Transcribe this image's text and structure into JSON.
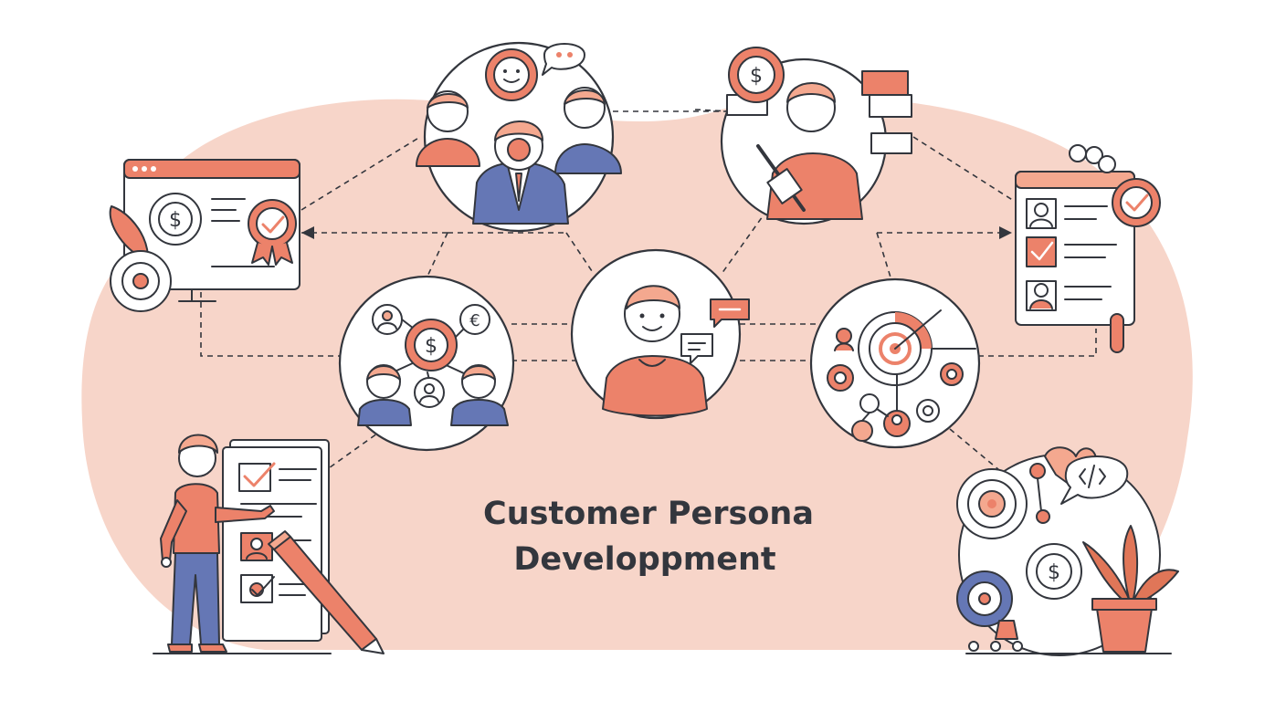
{
  "title": {
    "line1": "Customer Persona",
    "line2": "Developpment"
  },
  "colors": {
    "background_blob": "#f7d5c9",
    "accent": "#ec826a",
    "accent_light": "#f4a88f",
    "secondary": "#6577b5",
    "outline": "#33363d",
    "white": "#ffffff",
    "plant": "#e07658"
  },
  "nodes": [
    {
      "name": "team-group-node",
      "icon": "team-group-icon"
    },
    {
      "name": "tools-person-node",
      "icon": "tools-person-icon"
    },
    {
      "name": "finance-dashboard-node",
      "icon": "dollar-monitor-icon"
    },
    {
      "name": "profile-checklist-node",
      "icon": "profile-card-icon"
    },
    {
      "name": "payments-network-node",
      "icon": "currency-network-icon"
    },
    {
      "name": "center-persona-node",
      "icon": "persona-icon"
    },
    {
      "name": "targeting-node",
      "icon": "target-icon"
    },
    {
      "name": "survey-person-node",
      "icon": "presenter-checklist-icon"
    },
    {
      "name": "gears-plant-node",
      "icon": "gears-plant-icon"
    }
  ],
  "currency_labels": {
    "dollar": "$",
    "euro": "€"
  }
}
